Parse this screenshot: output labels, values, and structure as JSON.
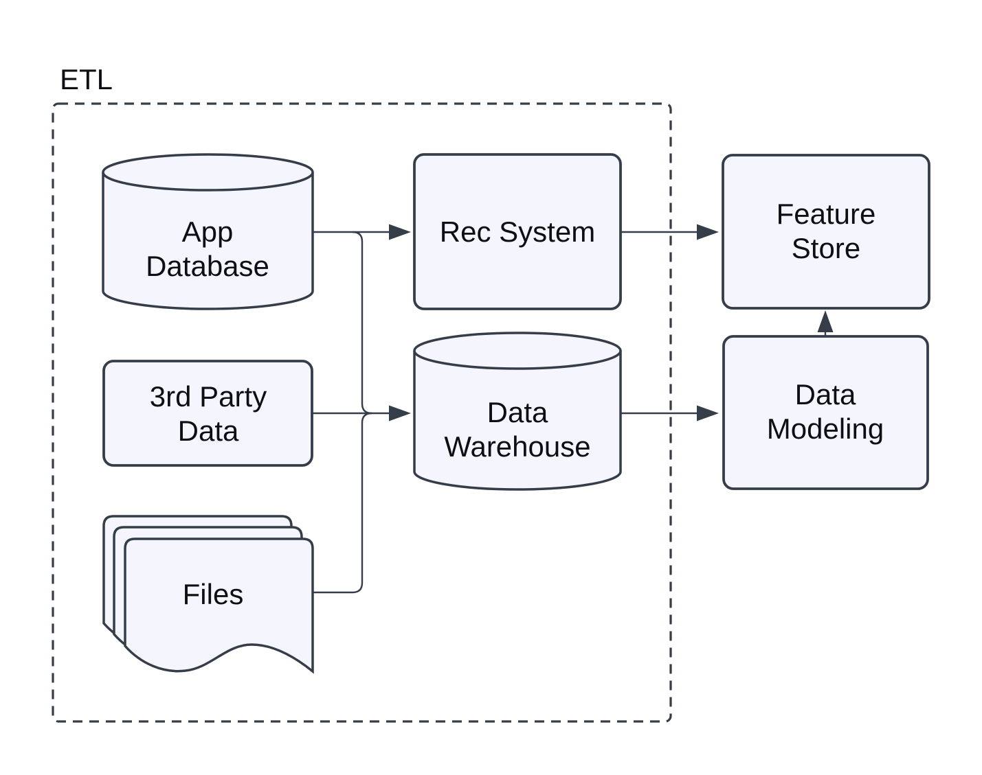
{
  "diagram": {
    "type": "flowchart",
    "background": "#ffffff",
    "colors": {
      "node_fill": "#f5f5fd",
      "node_stroke": "#353d49",
      "edge_stroke": "#353d49",
      "text": "#0e0f12"
    },
    "group": {
      "label": "ETL",
      "border_style": "dashed"
    },
    "nodes": [
      {
        "id": "app-database",
        "label": "App Database",
        "lines": [
          "App",
          "Database"
        ],
        "shape": "cylinder",
        "group": "ETL"
      },
      {
        "id": "rec-system",
        "label": "Rec System",
        "lines": [
          "Rec System"
        ],
        "shape": "rounded-rect",
        "group": "ETL"
      },
      {
        "id": "third-party-data",
        "label": "3rd Party Data",
        "lines": [
          "3rd Party",
          "Data"
        ],
        "shape": "rounded-rect",
        "group": "ETL"
      },
      {
        "id": "data-warehouse",
        "label": "Data Warehouse",
        "lines": [
          "Data",
          "Warehouse"
        ],
        "shape": "cylinder",
        "group": "ETL"
      },
      {
        "id": "files",
        "label": "Files",
        "lines": [
          "Files"
        ],
        "shape": "document-stack",
        "group": "ETL"
      },
      {
        "id": "feature-store",
        "label": "Feature Store",
        "lines": [
          "Feature",
          "Store"
        ],
        "shape": "rounded-rect",
        "group": null
      },
      {
        "id": "data-modeling",
        "label": "Data Modeling",
        "lines": [
          "Data",
          "Modeling"
        ],
        "shape": "rounded-rect",
        "group": null
      }
    ],
    "edges": [
      {
        "from": "app-database",
        "to": "rec-system"
      },
      {
        "from": "app-database",
        "to": "data-warehouse"
      },
      {
        "from": "third-party-data",
        "to": "data-warehouse"
      },
      {
        "from": "files",
        "to": "data-warehouse"
      },
      {
        "from": "rec-system",
        "to": "feature-store"
      },
      {
        "from": "data-warehouse",
        "to": "data-modeling"
      },
      {
        "from": "data-modeling",
        "to": "feature-store"
      }
    ]
  }
}
